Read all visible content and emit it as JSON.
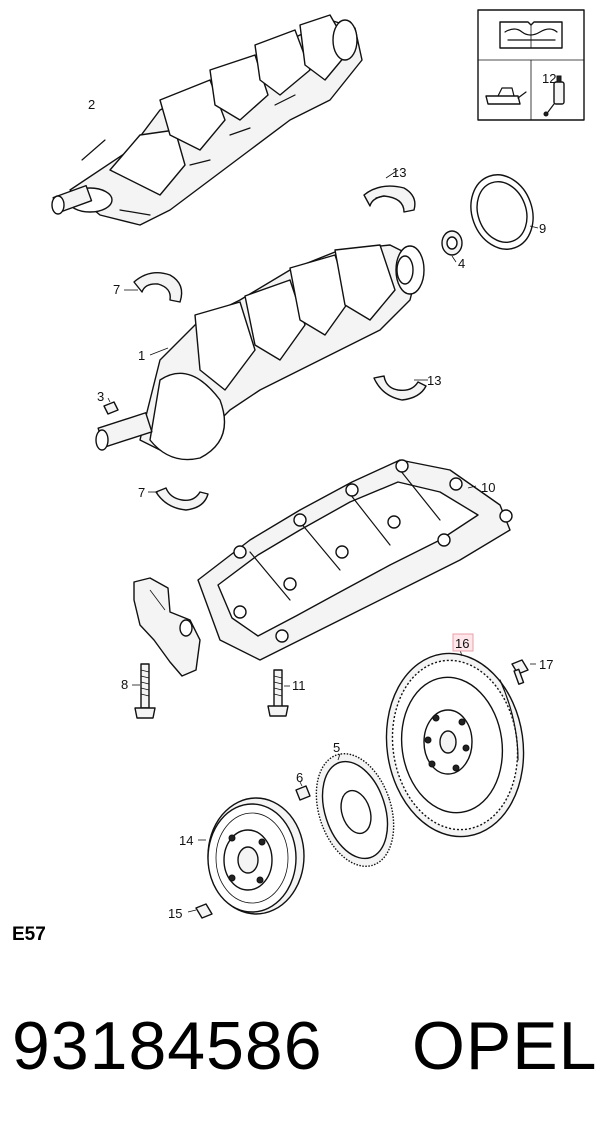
{
  "callouts": [
    {
      "id": "c1",
      "label": "1"
    },
    {
      "id": "c2",
      "label": "2"
    },
    {
      "id": "c3",
      "label": "3"
    },
    {
      "id": "c4",
      "label": "4"
    },
    {
      "id": "c5",
      "label": "5"
    },
    {
      "id": "c6",
      "label": "6"
    },
    {
      "id": "c7a",
      "label": "7"
    },
    {
      "id": "c7b",
      "label": "7"
    },
    {
      "id": "c8",
      "label": "8"
    },
    {
      "id": "c9",
      "label": "9"
    },
    {
      "id": "c10",
      "label": "10"
    },
    {
      "id": "c11",
      "label": "11"
    },
    {
      "id": "c12",
      "label": "12"
    },
    {
      "id": "c13a",
      "label": "13"
    },
    {
      "id": "c13b",
      "label": "13"
    },
    {
      "id": "c14",
      "label": "14"
    },
    {
      "id": "c15",
      "label": "15"
    },
    {
      "id": "c16",
      "label": "16",
      "highlighted": true
    },
    {
      "id": "c17",
      "label": "17"
    }
  ],
  "highlight_color": "#ffe6ea",
  "section_code": "E57",
  "part_number": "93184586",
  "brand": "OPEL",
  "icons": [
    "manual-book-icon",
    "oil-can-icon",
    "sensor-icon"
  ]
}
